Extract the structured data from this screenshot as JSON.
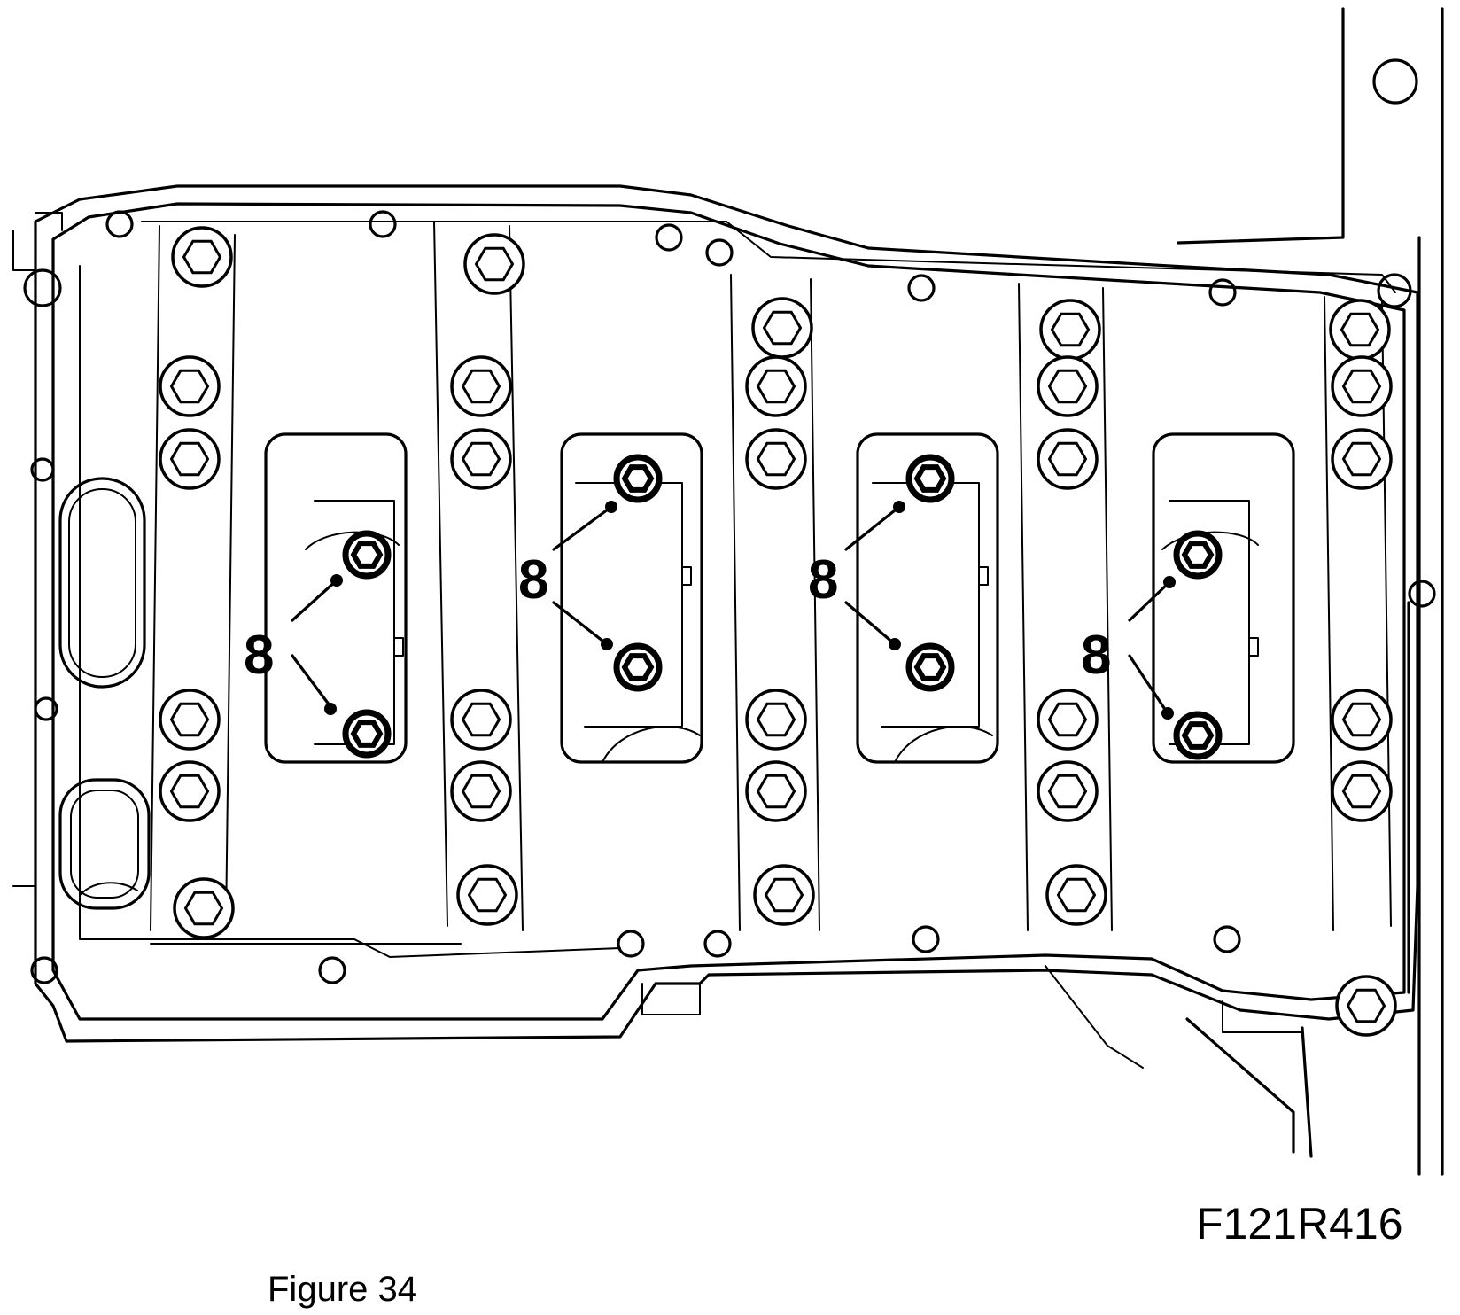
{
  "figure": {
    "code": "F121R416",
    "caption": "Figure 34"
  },
  "callouts": [
    {
      "id": "c1",
      "label": "8"
    },
    {
      "id": "c2",
      "label": "8"
    },
    {
      "id": "c3",
      "label": "8"
    },
    {
      "id": "c4",
      "label": "8"
    }
  ],
  "colors": {
    "ink": "#000000",
    "paper": "#ffffff"
  }
}
